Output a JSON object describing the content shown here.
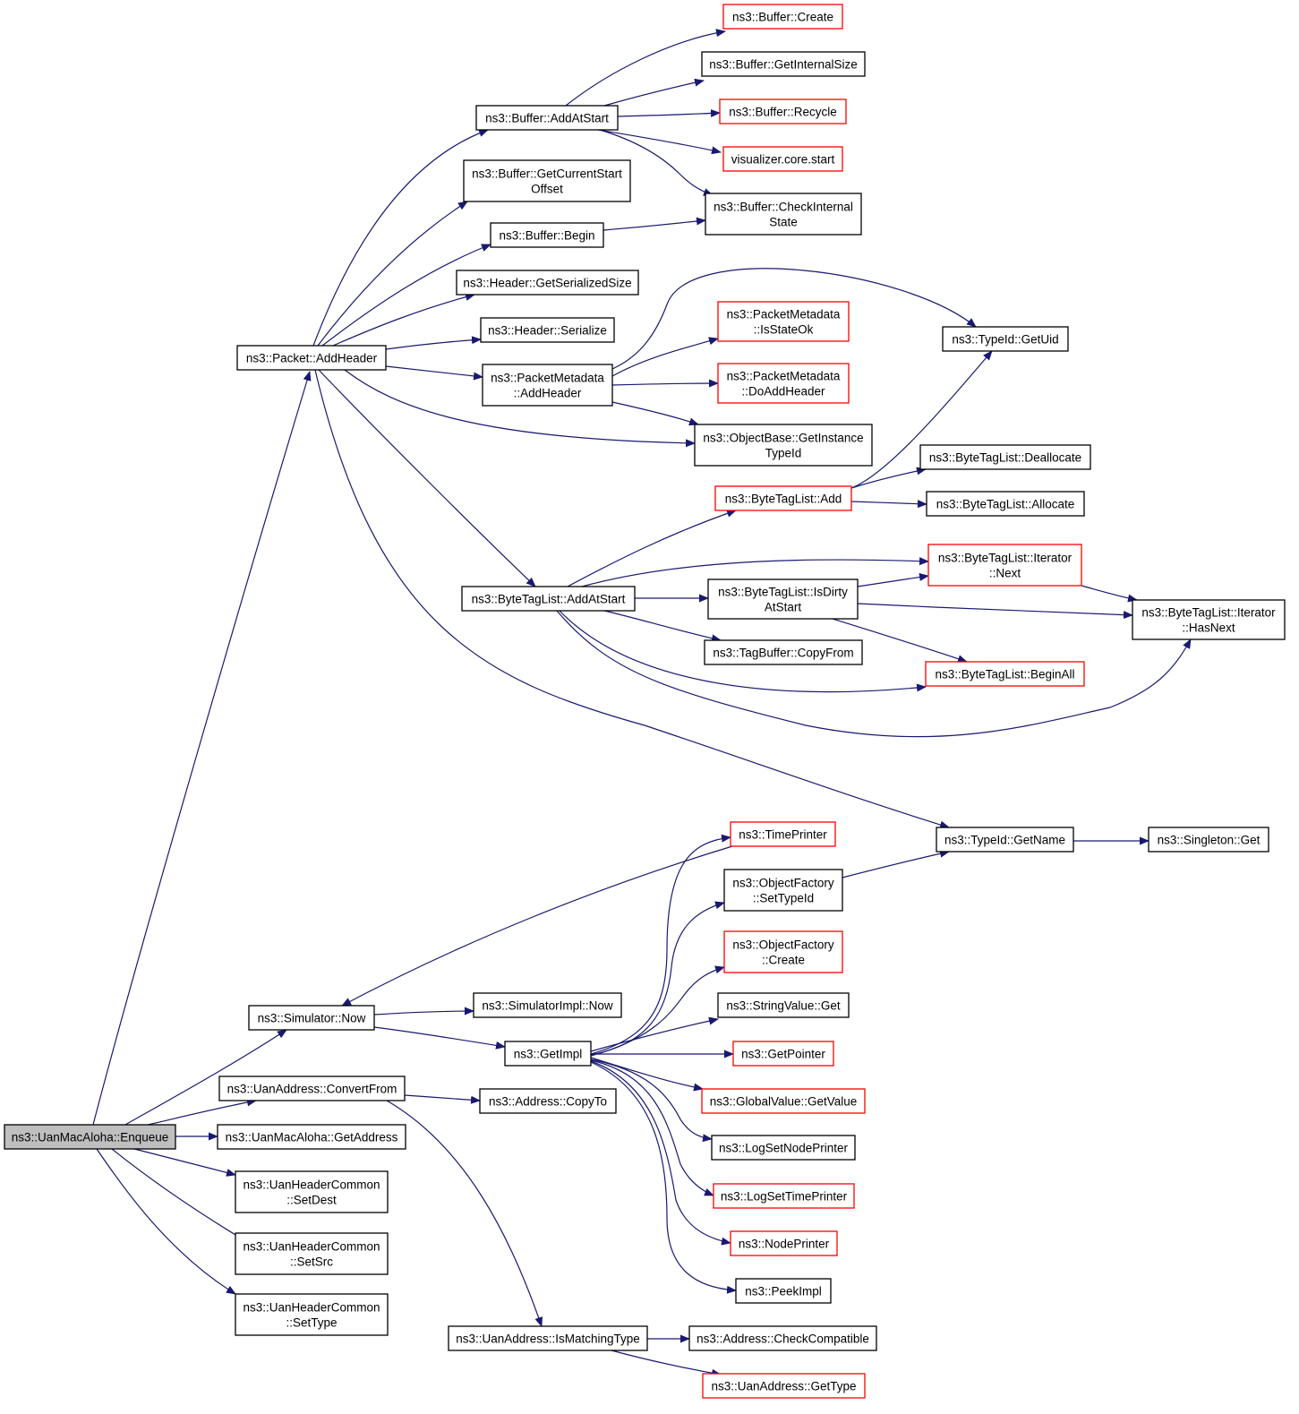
{
  "colors": {
    "edge": "#191970",
    "border_normal": "#000000",
    "border_truncated": "#ff0000",
    "fill_normal": "#ffffff",
    "fill_root": "#bfbfbf"
  },
  "nodes": [
    {
      "id": "enqueue",
      "lines": [
        "ns3::UanMacAloha::Enqueue"
      ],
      "style": "root"
    },
    {
      "id": "addheader",
      "lines": [
        "ns3::Packet::AddHeader"
      ],
      "style": "normal"
    },
    {
      "id": "addatstart",
      "lines": [
        "ns3::Buffer::AddAtStart"
      ],
      "style": "normal"
    },
    {
      "id": "bufcreate",
      "lines": [
        "ns3::Buffer::Create"
      ],
      "style": "truncated"
    },
    {
      "id": "getinternalsize",
      "lines": [
        "ns3::Buffer::GetInternalSize"
      ],
      "style": "normal"
    },
    {
      "id": "recycle",
      "lines": [
        "ns3::Buffer::Recycle"
      ],
      "style": "truncated"
    },
    {
      "id": "vizstart",
      "lines": [
        "visualizer.core.start"
      ],
      "style": "truncated"
    },
    {
      "id": "checkinternal",
      "lines": [
        "ns3::Buffer::CheckInternal",
        "State"
      ],
      "style": "normal"
    },
    {
      "id": "getcurrentstart",
      "lines": [
        "ns3::Buffer::GetCurrentStart",
        "Offset"
      ],
      "style": "normal"
    },
    {
      "id": "bufbegin",
      "lines": [
        "ns3::Buffer::Begin"
      ],
      "style": "normal"
    },
    {
      "id": "getserializedsize",
      "lines": [
        "ns3::Header::GetSerializedSize"
      ],
      "style": "normal"
    },
    {
      "id": "serialize",
      "lines": [
        "ns3::Header::Serialize"
      ],
      "style": "normal"
    },
    {
      "id": "pmaddheader",
      "lines": [
        "ns3::PacketMetadata",
        "::AddHeader"
      ],
      "style": "normal"
    },
    {
      "id": "isstateok",
      "lines": [
        "ns3::PacketMetadata",
        "::IsStateOk"
      ],
      "style": "truncated"
    },
    {
      "id": "doaddheader",
      "lines": [
        "ns3::PacketMetadata",
        "::DoAddHeader"
      ],
      "style": "truncated"
    },
    {
      "id": "getinstancetypeid",
      "lines": [
        "ns3::ObjectBase::GetInstance",
        "TypeId"
      ],
      "style": "normal"
    },
    {
      "id": "getuid",
      "lines": [
        "ns3::TypeId::GetUid"
      ],
      "style": "normal"
    },
    {
      "id": "btladd",
      "lines": [
        "ns3::ByteTagList::Add"
      ],
      "style": "truncated"
    },
    {
      "id": "btldealloc",
      "lines": [
        "ns3::ByteTagList::Deallocate"
      ],
      "style": "normal"
    },
    {
      "id": "btlalloc",
      "lines": [
        "ns3::ByteTagList::Allocate"
      ],
      "style": "normal"
    },
    {
      "id": "btladdatstart",
      "lines": [
        "ns3::ByteTagList::AddAtStart"
      ],
      "style": "normal"
    },
    {
      "id": "btlitnext",
      "lines": [
        "ns3::ByteTagList::Iterator",
        "::Next"
      ],
      "style": "truncated"
    },
    {
      "id": "btlisdirty",
      "lines": [
        "ns3::ByteTagList::IsDirty",
        "AtStart"
      ],
      "style": "normal"
    },
    {
      "id": "btlhasnext",
      "lines": [
        "ns3::ByteTagList::Iterator",
        "::HasNext"
      ],
      "style": "normal"
    },
    {
      "id": "tbcopyfrom",
      "lines": [
        "ns3::TagBuffer::CopyFrom"
      ],
      "style": "normal"
    },
    {
      "id": "btlbeginall",
      "lines": [
        "ns3::ByteTagList::BeginAll"
      ],
      "style": "truncated"
    },
    {
      "id": "typeidgetname",
      "lines": [
        "ns3::TypeId::GetName"
      ],
      "style": "normal"
    },
    {
      "id": "singletonget",
      "lines": [
        "ns3::Singleton::Get"
      ],
      "style": "normal"
    },
    {
      "id": "timeprinter",
      "lines": [
        "ns3::TimePrinter"
      ],
      "style": "truncated"
    },
    {
      "id": "ofsettypeid",
      "lines": [
        "ns3::ObjectFactory",
        "::SetTypeId"
      ],
      "style": "normal"
    },
    {
      "id": "ofcreate",
      "lines": [
        "ns3::ObjectFactory",
        "::Create"
      ],
      "style": "truncated"
    },
    {
      "id": "stringvalueget",
      "lines": [
        "ns3::StringValue::Get"
      ],
      "style": "normal"
    },
    {
      "id": "getpointer",
      "lines": [
        "ns3::GetPointer"
      ],
      "style": "truncated"
    },
    {
      "id": "gvgetvalue",
      "lines": [
        "ns3::GlobalValue::GetValue"
      ],
      "style": "truncated"
    },
    {
      "id": "logsetnodeprinter",
      "lines": [
        "ns3::LogSetNodePrinter"
      ],
      "style": "normal"
    },
    {
      "id": "logsettimeprinter",
      "lines": [
        "ns3::LogSetTimePrinter"
      ],
      "style": "truncated"
    },
    {
      "id": "nodeprinter",
      "lines": [
        "ns3::NodePrinter"
      ],
      "style": "truncated"
    },
    {
      "id": "peekimpl",
      "lines": [
        "ns3::PeekImpl"
      ],
      "style": "normal"
    },
    {
      "id": "simnow",
      "lines": [
        "ns3::Simulator::Now"
      ],
      "style": "normal"
    },
    {
      "id": "simimplnow",
      "lines": [
        "ns3::SimulatorImpl::Now"
      ],
      "style": "normal"
    },
    {
      "id": "getimpl",
      "lines": [
        "ns3::GetImpl"
      ],
      "style": "normal"
    },
    {
      "id": "convertfrom",
      "lines": [
        "ns3::UanAddress::ConvertFrom"
      ],
      "style": "normal"
    },
    {
      "id": "copyto",
      "lines": [
        "ns3::Address::CopyTo"
      ],
      "style": "normal"
    },
    {
      "id": "getaddress",
      "lines": [
        "ns3::UanMacAloha::GetAddress"
      ],
      "style": "normal"
    },
    {
      "id": "setdest",
      "lines": [
        "ns3::UanHeaderCommon",
        "::SetDest"
      ],
      "style": "normal"
    },
    {
      "id": "setsrc",
      "lines": [
        "ns3::UanHeaderCommon",
        "::SetSrc"
      ],
      "style": "normal"
    },
    {
      "id": "settype",
      "lines": [
        "ns3::UanHeaderCommon",
        "::SetType"
      ],
      "style": "normal"
    },
    {
      "id": "ismatchingtype",
      "lines": [
        "ns3::UanAddress::IsMatchingType"
      ],
      "style": "normal"
    },
    {
      "id": "checkcompatible",
      "lines": [
        "ns3::Address::CheckCompatible"
      ],
      "style": "normal"
    },
    {
      "id": "uangettype",
      "lines": [
        "ns3::UanAddress::GetType"
      ],
      "style": "truncated"
    }
  ],
  "edges": [
    [
      "enqueue",
      "addheader"
    ],
    [
      "enqueue",
      "simnow"
    ],
    [
      "enqueue",
      "convertfrom"
    ],
    [
      "enqueue",
      "getaddress"
    ],
    [
      "enqueue",
      "setdest"
    ],
    [
      "enqueue",
      "setsrc"
    ],
    [
      "enqueue",
      "settype"
    ],
    [
      "addheader",
      "addatstart"
    ],
    [
      "addheader",
      "getcurrentstart"
    ],
    [
      "addheader",
      "bufbegin"
    ],
    [
      "addheader",
      "getserializedsize"
    ],
    [
      "addheader",
      "serialize"
    ],
    [
      "addheader",
      "pmaddheader"
    ],
    [
      "addheader",
      "getinstancetypeid"
    ],
    [
      "addheader",
      "btladdatstart"
    ],
    [
      "addheader",
      "typeidgetname"
    ],
    [
      "addatstart",
      "bufcreate"
    ],
    [
      "addatstart",
      "getinternalsize"
    ],
    [
      "addatstart",
      "recycle"
    ],
    [
      "addatstart",
      "vizstart"
    ],
    [
      "addatstart",
      "checkinternal"
    ],
    [
      "bufbegin",
      "checkinternal"
    ],
    [
      "pmaddheader",
      "getuid"
    ],
    [
      "pmaddheader",
      "isstateok"
    ],
    [
      "pmaddheader",
      "doaddheader"
    ],
    [
      "pmaddheader",
      "getinstancetypeid"
    ],
    [
      "btladd",
      "getuid"
    ],
    [
      "btladd",
      "btldealloc"
    ],
    [
      "btladd",
      "btlalloc"
    ],
    [
      "btladdatstart",
      "btladd"
    ],
    [
      "btladdatstart",
      "btlitnext"
    ],
    [
      "btladdatstart",
      "btlisdirty"
    ],
    [
      "btladdatstart",
      "tbcopyfrom"
    ],
    [
      "btladdatstart",
      "btlbeginall"
    ],
    [
      "btladdatstart",
      "btlhasnext"
    ],
    [
      "btlisdirty",
      "btlitnext"
    ],
    [
      "btlisdirty",
      "btlhasnext"
    ],
    [
      "btlisdirty",
      "btlbeginall"
    ],
    [
      "btlitnext",
      "btlhasnext"
    ],
    [
      "typeidgetname",
      "singletonget"
    ],
    [
      "ofsettypeid",
      "typeidgetname"
    ],
    [
      "timeprinter",
      "simnow"
    ],
    [
      "simnow",
      "simimplnow"
    ],
    [
      "simnow",
      "getimpl"
    ],
    [
      "getimpl",
      "timeprinter"
    ],
    [
      "getimpl",
      "ofsettypeid"
    ],
    [
      "getimpl",
      "ofcreate"
    ],
    [
      "getimpl",
      "stringvalueget"
    ],
    [
      "getimpl",
      "getpointer"
    ],
    [
      "getimpl",
      "gvgetvalue"
    ],
    [
      "getimpl",
      "logsetnodeprinter"
    ],
    [
      "getimpl",
      "logsettimeprinter"
    ],
    [
      "getimpl",
      "nodeprinter"
    ],
    [
      "getimpl",
      "peekimpl"
    ],
    [
      "convertfrom",
      "copyto"
    ],
    [
      "convertfrom",
      "ismatchingtype"
    ],
    [
      "ismatchingtype",
      "checkcompatible"
    ],
    [
      "ismatchingtype",
      "uangettype"
    ]
  ]
}
